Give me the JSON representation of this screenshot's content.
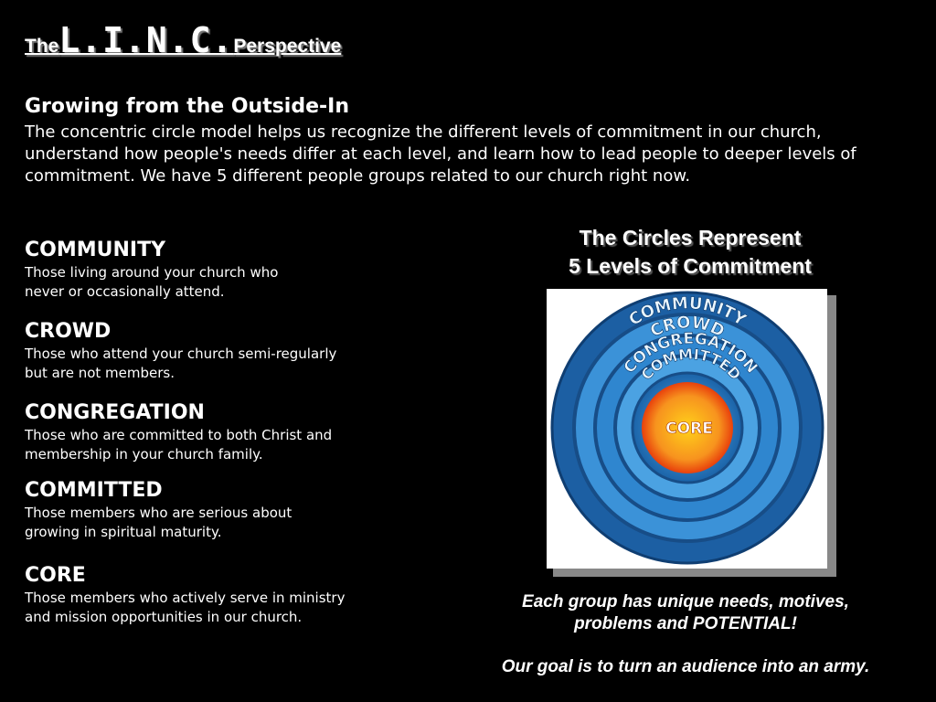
{
  "header": {
    "title_prefix": "The",
    "title_main": "L.I.N.C.",
    "title_suffix": "Perspective"
  },
  "subheading": "Growing from the Outside-In",
  "intro": "The concentric circle model helps us recognize the different levels of commitment in our church, understand how people's needs differ at each level, and learn how to lead people to deeper levels of commitment. We have 5 different people groups related to our church right now.",
  "levels": [
    {
      "name": "COMMUNITY",
      "line1": "Those living around your church who",
      "line2": "never or occasionally attend."
    },
    {
      "name": "CROWD",
      "line1": "Those who attend your church semi-regularly",
      "line2": "but are not members."
    },
    {
      "name": "CONGREGATION",
      "line1": "Those who are committed to both Christ and",
      "line2": "membership in your church family."
    },
    {
      "name": "COMMITTED",
      "line1": "Those members who are serious about",
      "line2": "growing in spiritual maturity."
    },
    {
      "name": "CORE",
      "line1": "Those members who actively serve in ministry",
      "line2": "and mission opportunities in our church."
    }
  ],
  "circles": {
    "title_line1": "The Circles Represent",
    "title_line2": "5 Levels of Commitment",
    "ring_labels": [
      "COMMUNITY",
      "CROWD",
      "CONGREGATION",
      "COMMITTED",
      "CORE"
    ],
    "colors": {
      "outer": "#1e6fb8",
      "ring_light": "#3f9ce0",
      "core_outer": "#f05a14",
      "core_inner": "#ffd11a"
    }
  },
  "footer": {
    "line1": "Each group has unique needs, motives,",
    "line2": "problems and POTENTIAL!",
    "line3": "Our goal is to turn an audience into an army."
  }
}
